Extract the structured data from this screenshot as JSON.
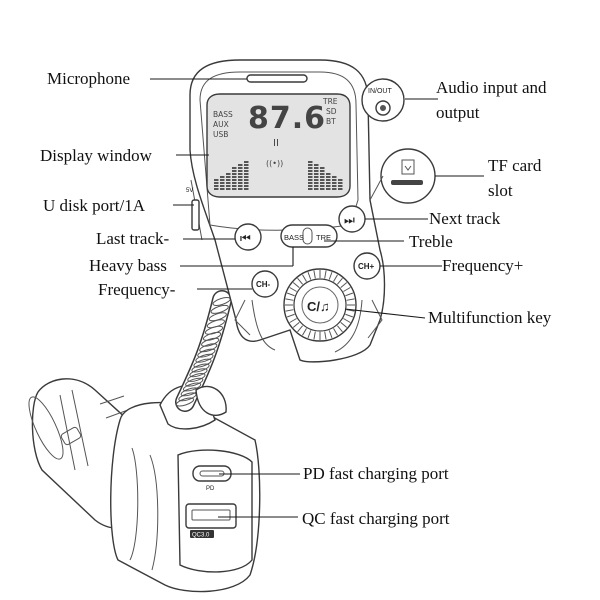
{
  "labels": {
    "microphone": "Microphone",
    "audio_io_1": "Audio input and",
    "audio_io_2": "output",
    "display_window": "Display window",
    "tf_card_1": "TF card",
    "tf_card_2": "slot",
    "u_disk_port": "U disk port/1A",
    "next_track": "Next track",
    "last_track": "Last track-",
    "treble": "Treble",
    "heavy_bass": "Heavy bass",
    "frequency_plus": "Frequency+",
    "frequency_minus": "Frequency-",
    "multifunction_key": "Multifunction key",
    "pd_port": "PD fast charging port",
    "qc_port": "QC fast charging port"
  },
  "device": {
    "display": {
      "frequency": "87.6",
      "mode_left": [
        "BASS",
        "AUX",
        "USB"
      ],
      "mode_right": [
        "TRE",
        "SD",
        "BT"
      ],
      "play_status": "II",
      "bt_symbol": "((•))"
    },
    "jack_label": "IN/OUT",
    "usb_side_label": "5V",
    "buttons": {
      "bass": "BASS",
      "tre": "TRE",
      "ch_plus": "CH+",
      "ch_minus": "CH-",
      "prev_glyph": "⏮",
      "next_glyph": "⏭",
      "knob_glyph": "C/♫"
    },
    "port_labels": {
      "pd": "PD",
      "qc": "QC3.0"
    }
  }
}
